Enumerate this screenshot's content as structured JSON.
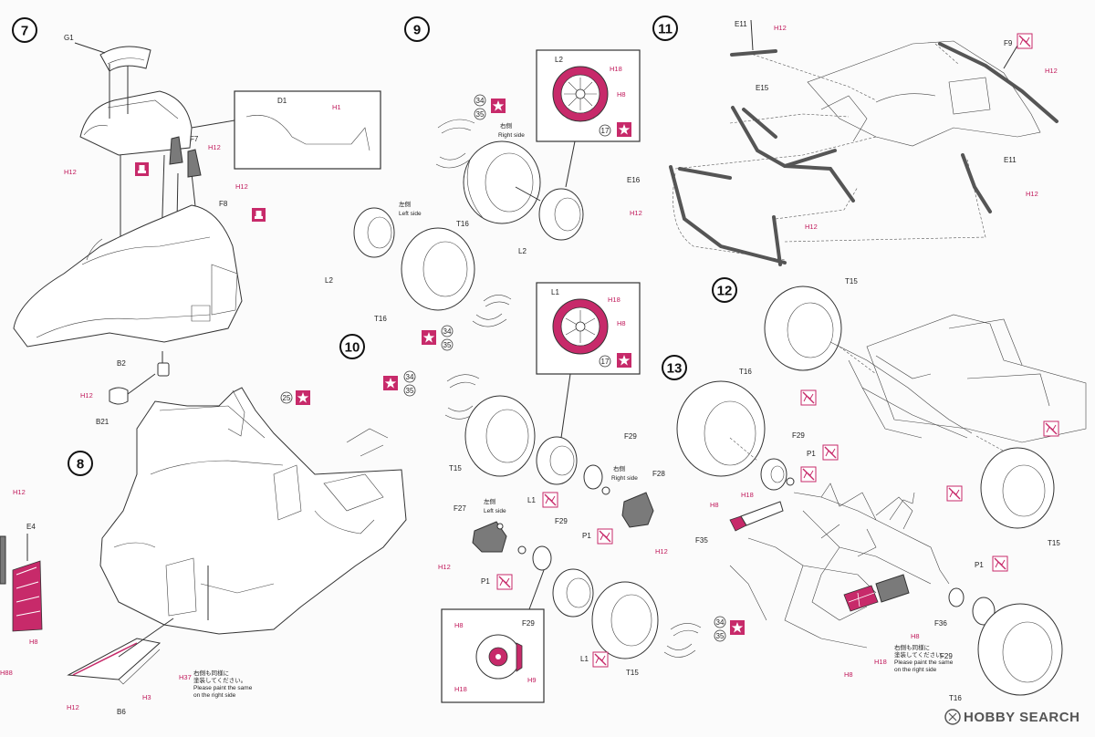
{
  "steps": [
    "7",
    "8",
    "9",
    "10",
    "11",
    "12",
    "13"
  ],
  "labels": {
    "g1": "G1",
    "d1": "D1",
    "f7": "F7",
    "f8": "F8",
    "b2": "B2",
    "b21": "B21",
    "e4": "E4",
    "b6": "B6",
    "n34": "34",
    "n35": "35",
    "n17": "17",
    "n25": "25",
    "t16": "T16",
    "t15": "T15",
    "l1": "L1",
    "l2": "L2",
    "f27": "F27",
    "f28": "F28",
    "f29": "F29",
    "p1": "P1",
    "e11": "E11",
    "e15": "E15",
    "e16": "E16",
    "f9": "F9",
    "f35": "F35",
    "f36": "F36"
  },
  "refs": {
    "h1": "H1",
    "h3": "H3",
    "h8": "H8",
    "h9": "H9",
    "h12": "H12",
    "h18": "H18",
    "h37": "H37",
    "h88": "H88"
  },
  "text": {
    "right_ja": "右側",
    "right_en": "Right side",
    "left_ja": "左側",
    "left_en": "Left side",
    "paint_ja_1": "右側も同様に",
    "paint_ja_2": "塗装してください。",
    "paint_en_1": "Please paint the same",
    "paint_en_2": "on the right side"
  },
  "watermark": "HOBBY SEARCH",
  "colors": {
    "accent": "#c72a6a",
    "ref_text": "#c0185a",
    "line": "#333333",
    "part_grey": "#7a7a7a"
  }
}
